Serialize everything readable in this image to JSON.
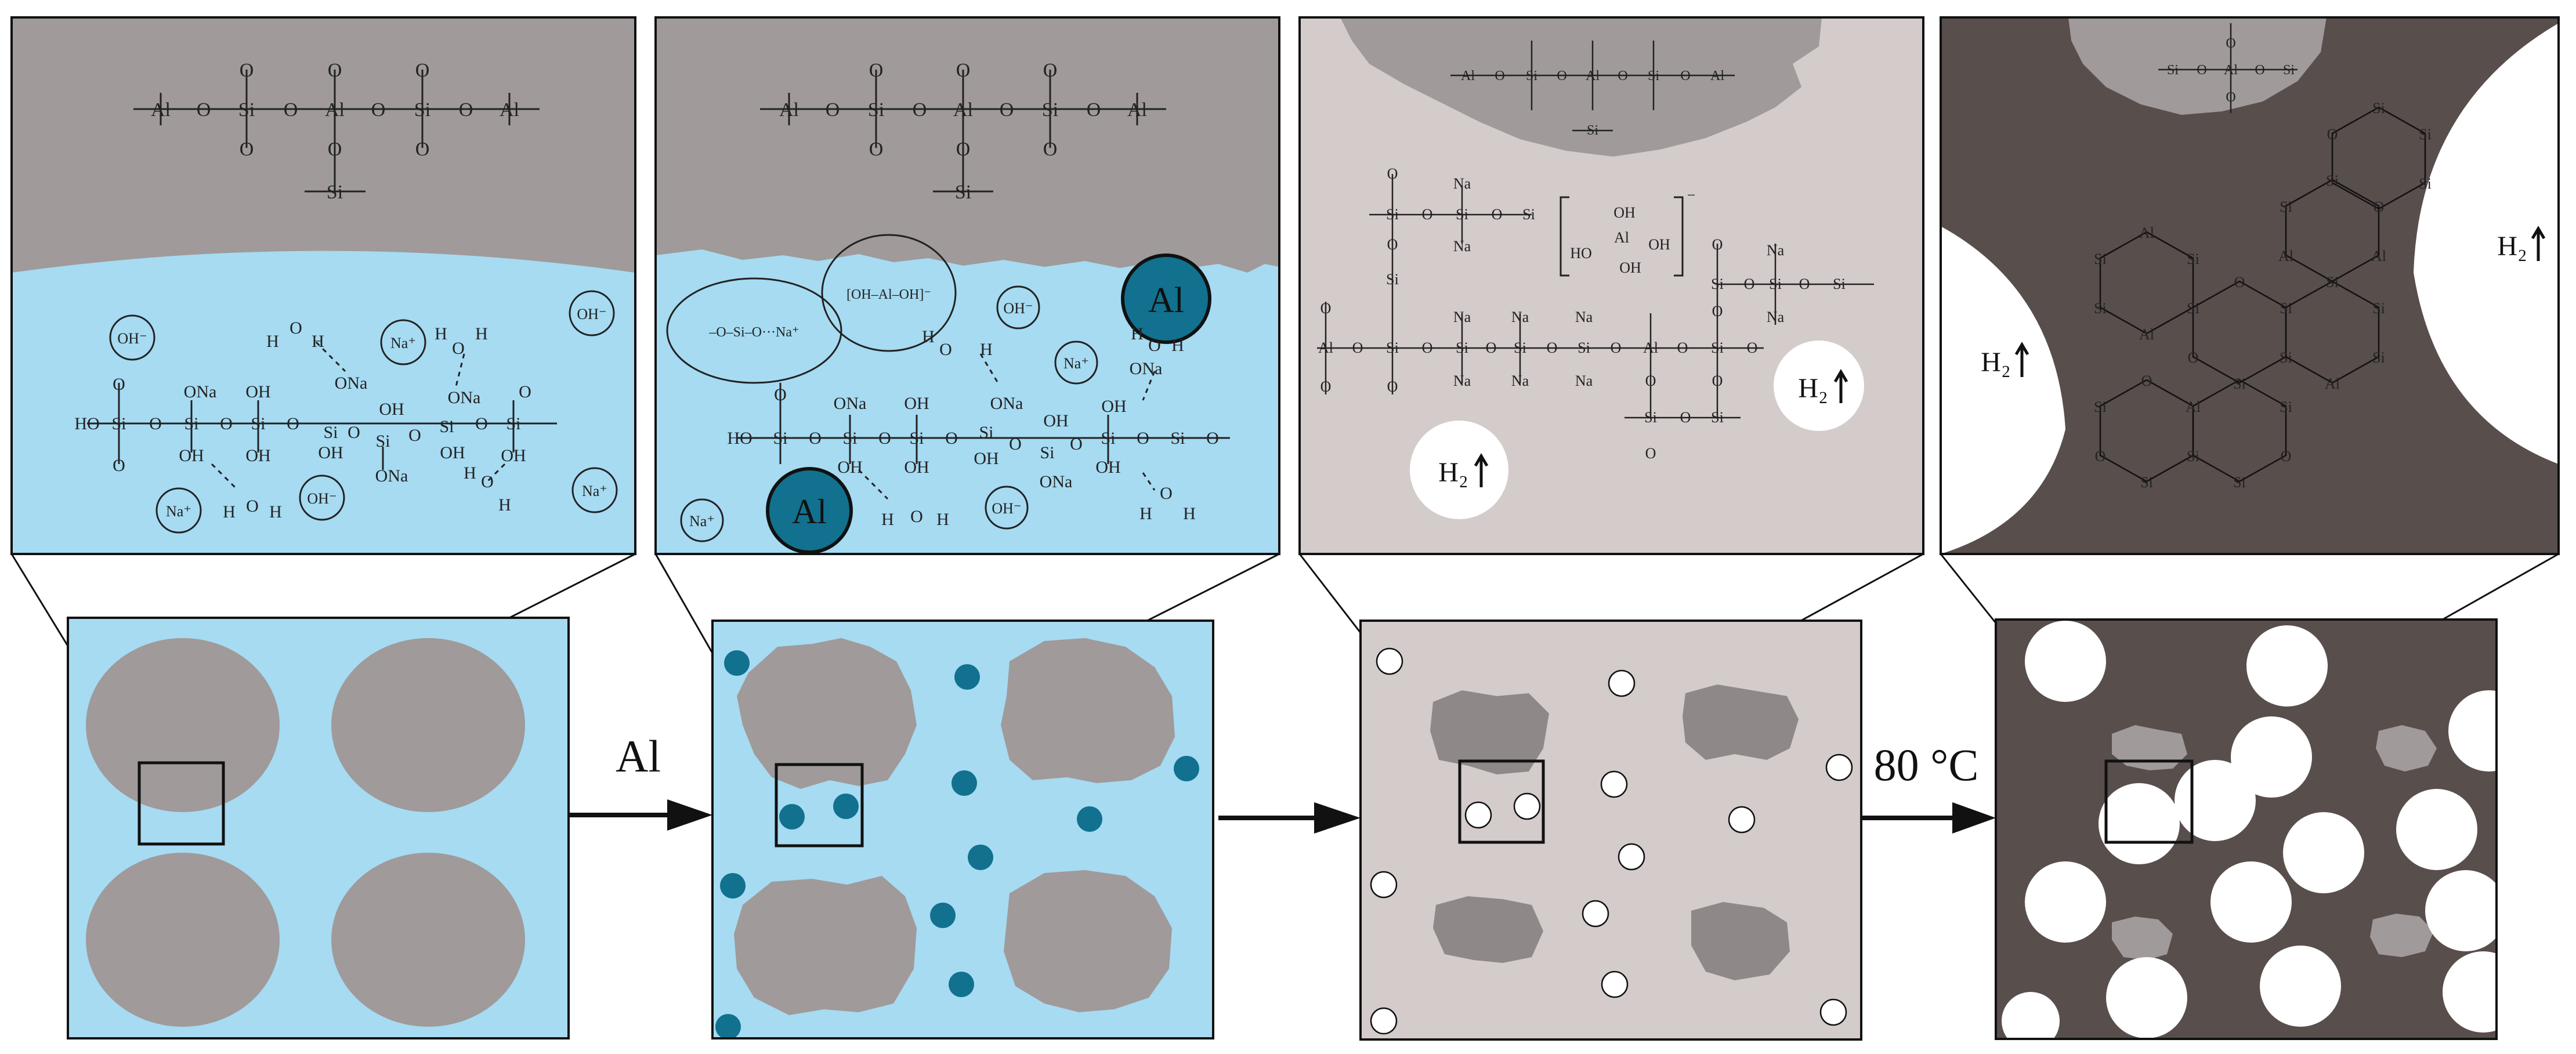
{
  "colors": {
    "solution": "#a6dbf2",
    "precursor": "#a09a9a",
    "precursor_dark": "#8e8888",
    "al_particle": "#11718f",
    "gel": "#d4cbcb",
    "cured": "#584e4c",
    "pore": "#ffffff",
    "line": "#111111"
  },
  "arrows": {
    "step1": "Al",
    "step2": "",
    "step3": "80 °C"
  },
  "panel1": {
    "ions": {
      "oh": "OH⁻",
      "na": "Na⁺"
    },
    "mol": {
      "al": "Al",
      "si": "Si",
      "o": "O",
      "h": "H",
      "ona": "ONa",
      "oh": "OH",
      "ho": "HO"
    }
  },
  "panel2": {
    "al_label": "Al",
    "ions": {
      "oh": "OH⁻",
      "na": "Na⁺"
    },
    "aluminate": "[OH–Al–OH]⁻",
    "silicate_complex": "–O–Si–O···Na⁺"
  },
  "panel3": {
    "h2": "H₂",
    "aluminate": {
      "center": "Al",
      "oh": "OH",
      "ho": "HO",
      "charge": "−"
    },
    "mol": {
      "na": "Na",
      "si": "Si",
      "o": "O",
      "al": "Al"
    }
  },
  "panel4": {
    "h2": "H₂",
    "mol": {
      "si": "Si",
      "al": "Al",
      "o": "O"
    }
  }
}
